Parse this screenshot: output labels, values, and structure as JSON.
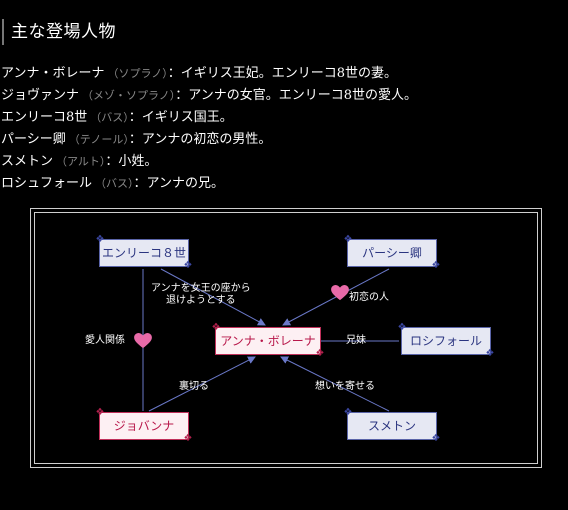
{
  "heading": "主な登場人物",
  "cast": [
    {
      "name": "アンナ・ボレーナ",
      "voice": "（ソプラノ）",
      "desc": "：イギリス王妃。エンリーコ8世の妻。"
    },
    {
      "name": "ジョヴァンナ",
      "voice": "（メゾ・ソプラノ）",
      "desc": "：アンナの女官。エンリーコ8世の愛人。"
    },
    {
      "name": "エンリーコ8世",
      "voice": "（バス）",
      "desc": "：イギリス国王。"
    },
    {
      "name": "パーシー卿",
      "voice": "（テノール）",
      "desc": "：アンナの初恋の男性。"
    },
    {
      "name": "スメトン",
      "voice": "（アルト）",
      "desc": "：小姓。"
    },
    {
      "name": "ロシュフォール",
      "voice": "（バス）",
      "desc": "：アンナの兄。"
    }
  ],
  "diagram": {
    "nodes": {
      "enrico": "エンリーコ８世",
      "percy": "パーシー卿",
      "anna": "アンナ・ボレーナ",
      "rochefort": "ロシフォール",
      "giovanna": "ジョバンナ",
      "smeton": "スメトン"
    },
    "relations": {
      "enrico_anna_1": "アンナを女王の座から",
      "enrico_anna_2": "退けようとする",
      "percy_anna": "初恋の人",
      "anna_rochefort": "兄妹",
      "enrico_giovanna": "愛人関係",
      "giovanna_anna": "裏切る",
      "smeton_anna": "想いを寄せる"
    }
  },
  "colors": {
    "node_blue_bg": "#e6e8f3",
    "node_blue_border": "#5a64a8",
    "node_pink_bg": "#fdf0f3",
    "node_pink_border": "#c0305a",
    "heart": "#e86aa8",
    "arrow": "#6a78c8"
  }
}
